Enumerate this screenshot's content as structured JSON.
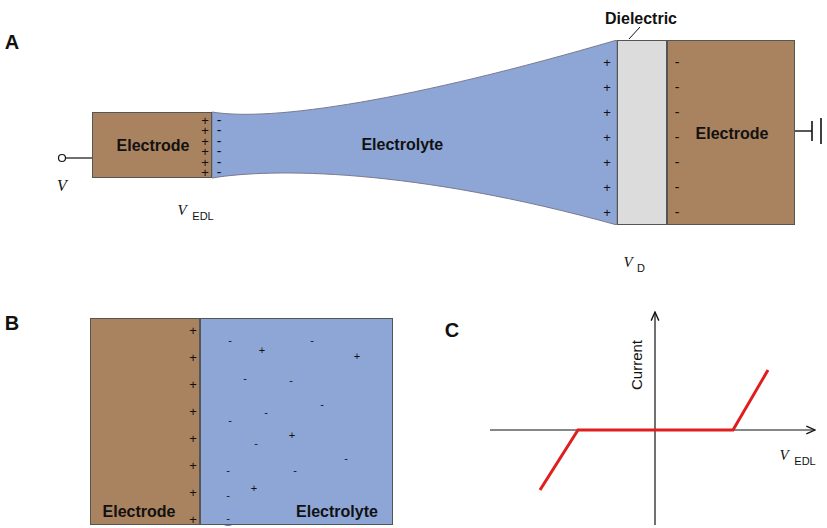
{
  "diagram": {
    "nodes": [
      {
        "text": [
          "Electrode"
        ]
      },
      {
        "text": [
          "Electrolyte"
        ]
      },
      {
        "text": [
          "Dielectric"
        ]
      },
      {
        "text": [
          "Electrode"
        ]
      },
      {
        "text": [
          "Electrode"
        ]
      },
      {
        "text": [
          "Electrolyte"
        ]
      }
    ],
    "labels": [
      "A",
      "V",
      "V",
      "EDL",
      "V",
      "D",
      "+",
      "+",
      "+",
      "+",
      "+",
      "+",
      "-",
      "-",
      "-",
      "-",
      "-",
      "-",
      "+",
      "+",
      "+",
      "+",
      "+",
      "+",
      "+",
      "-",
      "-",
      "-",
      "-",
      "-",
      "-",
      "-",
      "B",
      "+",
      "+",
      "+",
      "+",
      "+",
      "+",
      "+",
      "+",
      "-",
      "-",
      "-",
      "-",
      "-",
      "-",
      "-",
      "-",
      "-",
      "-",
      "-",
      "-",
      "-",
      "+",
      "+",
      "+",
      "+",
      "C",
      "Current",
      "V",
      "EDL"
    ]
  }
}
